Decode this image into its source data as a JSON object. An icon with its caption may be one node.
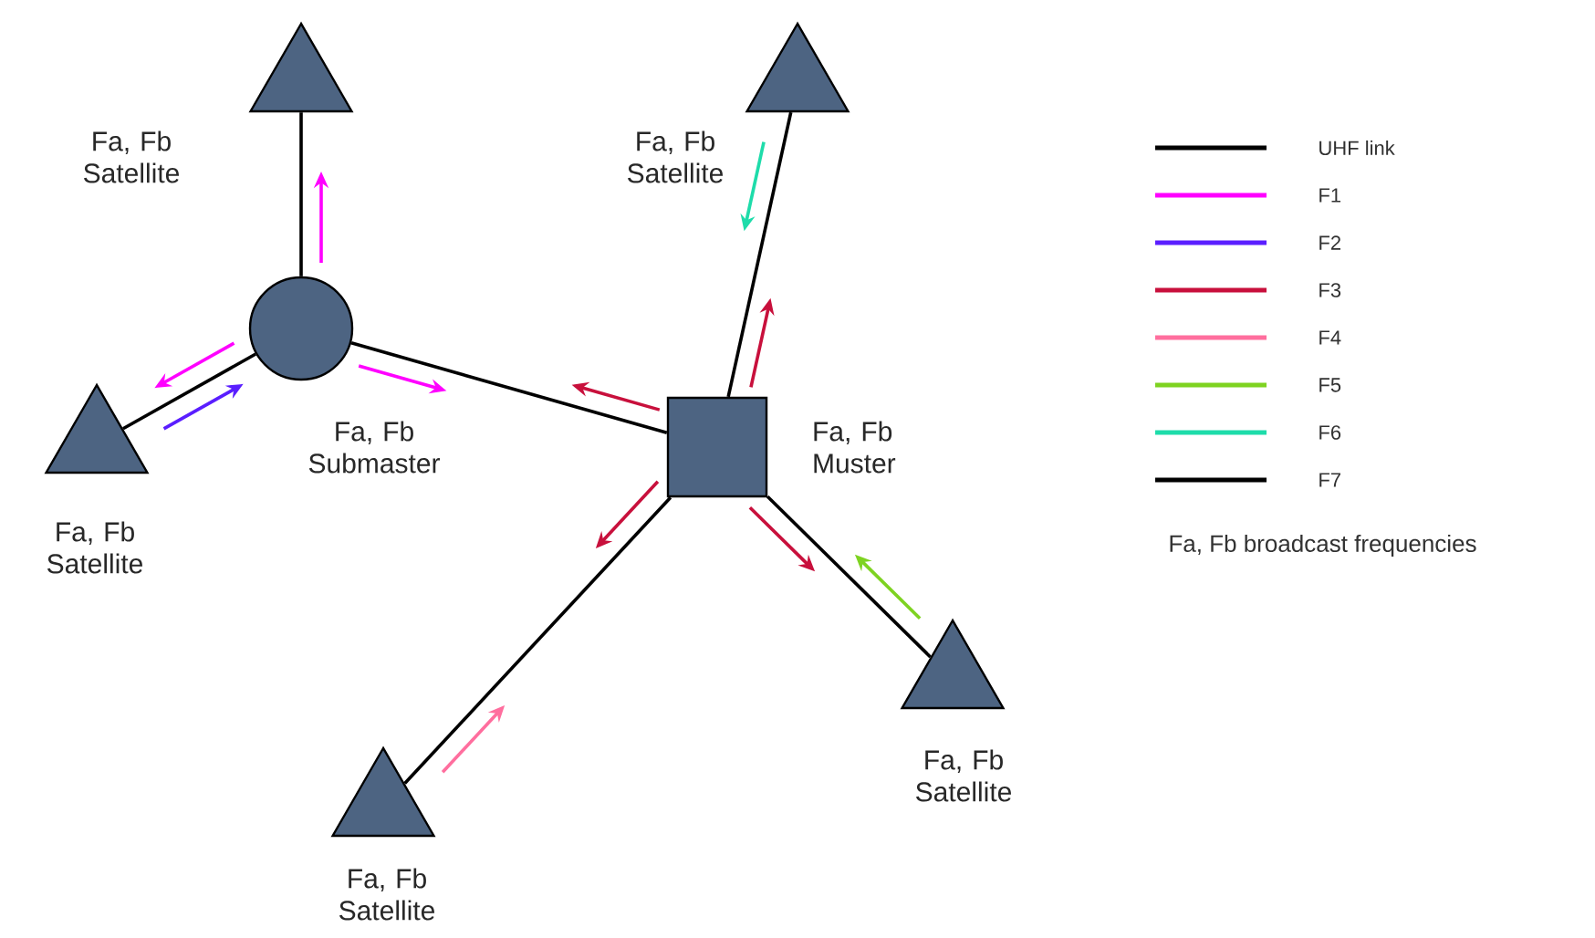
{
  "diagram": {
    "nodes": [
      {
        "text": [
          "Fa, Fb Satellite"
        ]
      },
      {
        "text": [
          "Fa, Fb Submaster"
        ]
      },
      {
        "text": [
          "Fa, Fb Satellite"
        ]
      },
      {
        "text": [
          "Fa, Fb Satellite"
        ]
      },
      {
        "text": [
          "Fa, Fb Muster"
        ]
      },
      {
        "text": [
          "Fa, Fb Satellite"
        ]
      },
      {
        "text": [
          "Fa, Fb Satellite"
        ]
      }
    ],
    "edges": [
      {
        "from": 1,
        "to": 0,
        "arrow": "none"
      },
      {
        "from": 1,
        "to": 2,
        "arrow": "none"
      },
      {
        "from": 1,
        "to": 4,
        "arrow": "none"
      },
      {
        "from": 4,
        "to": 3,
        "arrow": "none"
      },
      {
        "from": 4,
        "to": 5,
        "arrow": "none"
      },
      {
        "from": 4,
        "to": 6,
        "arrow": "none"
      }
    ],
    "labels": [
      "Fa, Fb broadcast frequencies"
    ],
    "legend": [
      {
        "text": "UHF link",
        "color": "#000000"
      },
      {
        "text": "F1",
        "color": "#ff00ff"
      },
      {
        "text": "F2",
        "color": "#5a1eff"
      },
      {
        "text": "F3",
        "color": "#c8103c"
      },
      {
        "text": "F4",
        "color": "#ff6e9e"
      },
      {
        "text": "F5",
        "color": "#7ed321"
      },
      {
        "text": "F6",
        "color": "#1edcaa"
      },
      {
        "text": "F7",
        "color": "#000000"
      }
    ]
  }
}
